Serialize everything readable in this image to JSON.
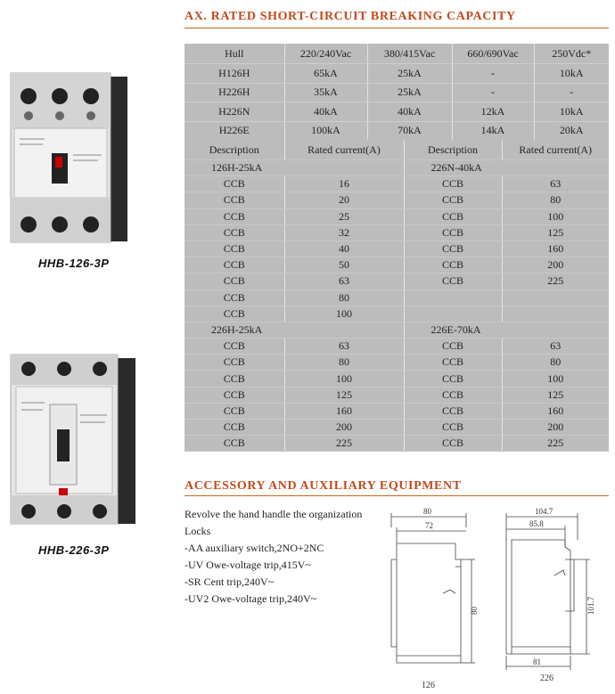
{
  "products": [
    {
      "caption": "HHB-126-3P"
    },
    {
      "caption": "HHB-226-3P"
    }
  ],
  "breaking_capacity": {
    "title": "AX. RATED SHORT-CIRCUIT BREAKING CAPACITY",
    "headers": [
      "Hull",
      "220/240Vac",
      "380/415Vac",
      "660/690Vac",
      "250Vdc*"
    ],
    "rows": [
      [
        "H126H",
        "65kA",
        "25kA",
        "-",
        "10kA"
      ],
      [
        "H226H",
        "35kA",
        "25kA",
        "-",
        "-"
      ],
      [
        "H226N",
        "40kA",
        "40kA",
        "12kA",
        "10kA"
      ],
      [
        "H226E",
        "100kA",
        "70kA",
        "14kA",
        "20kA"
      ]
    ]
  },
  "rated_current": {
    "headers": [
      "Description",
      "Rated current(A)",
      "Description",
      "Rated current(A)"
    ],
    "group1": {
      "left_label": "126H-25kA",
      "right_label": "226N-40kA",
      "rows": [
        [
          "CCB",
          "16",
          "CCB",
          "63"
        ],
        [
          "CCB",
          "20",
          "CCB",
          "80"
        ],
        [
          "CCB",
          "25",
          "CCB",
          "100"
        ],
        [
          "CCB",
          "32",
          "CCB",
          "125"
        ],
        [
          "CCB",
          "40",
          "CCB",
          "160"
        ],
        [
          "CCB",
          "50",
          "CCB",
          "200"
        ],
        [
          "CCB",
          "63",
          "CCB",
          "225"
        ],
        [
          "CCB",
          "80",
          "",
          ""
        ],
        [
          "CCB",
          "100",
          "",
          ""
        ]
      ]
    },
    "group2": {
      "left_label": "226H-25kA",
      "right_label": "226E-70kA",
      "rows": [
        [
          "CCB",
          "63",
          "CCB",
          "63"
        ],
        [
          "CCB",
          "80",
          "CCB",
          "80"
        ],
        [
          "CCB",
          "100",
          "CCB",
          "100"
        ],
        [
          "CCB",
          "125",
          "CCB",
          "125"
        ],
        [
          "CCB",
          "160",
          "CCB",
          "160"
        ],
        [
          "CCB",
          "200",
          "CCB",
          "200"
        ],
        [
          "CCB",
          "225",
          "CCB",
          "225"
        ]
      ]
    }
  },
  "accessory": {
    "title": "ACCESSORY AND AUXILIARY EQUIPMENT",
    "lines": [
      "Revolve the hand handle the organization",
      "Locks",
      "-AA   auxiliary switch,2NO+2NC",
      "-UV   Owe-voltage trip,415V~",
      "-SR    Cent trip,240V~",
      "-UV2  Owe-voltage trip,240V~"
    ]
  },
  "drawings": {
    "d126": {
      "caption": "126",
      "dims": [
        "80",
        "72",
        "80"
      ]
    },
    "d226": {
      "caption": "226",
      "dims": [
        "104.7",
        "85.8",
        "101.7",
        "81"
      ]
    }
  }
}
